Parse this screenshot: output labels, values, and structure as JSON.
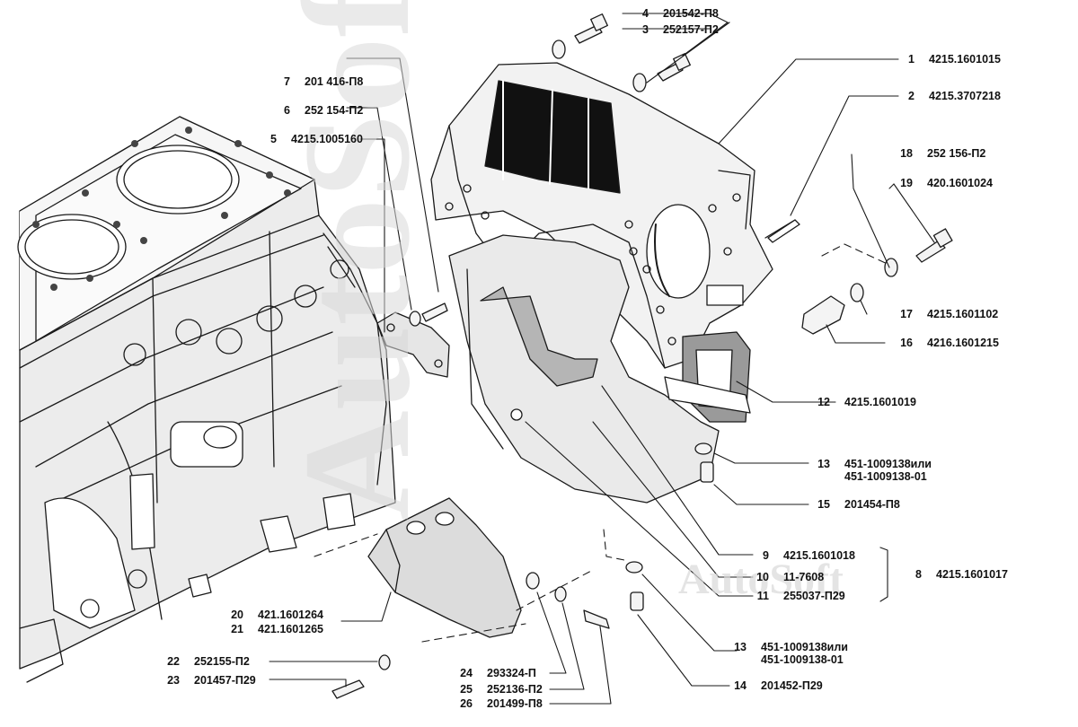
{
  "watermark": {
    "main": "AutoSoft",
    "corner": "AutoSoft"
  },
  "colors": {
    "line": "#1a1a1a",
    "fill_dark": "#111111",
    "part_fill": "#ececec",
    "part_mid": "#c8c8c8",
    "watermark": "#d9d9d9"
  },
  "callouts": {
    "c1": {
      "num": "1",
      "part": "4215.1601015"
    },
    "c2": {
      "num": "2",
      "part": "4215.3707218"
    },
    "c3": {
      "num": "3",
      "part": "252157-П2"
    },
    "c4": {
      "num": "4",
      "part": "201542-П8"
    },
    "c5": {
      "num": "5",
      "part": "4215.1005160"
    },
    "c6": {
      "num": "6",
      "part": "252 154-П2"
    },
    "c7": {
      "num": "7",
      "part": "201 416-П8"
    },
    "c8": {
      "num": "8",
      "part": "4215.1601017"
    },
    "c9": {
      "num": "9",
      "part": "4215.1601018"
    },
    "c10": {
      "num": "10",
      "part": "11-7608"
    },
    "c11": {
      "num": "11",
      "part": "255037-П29"
    },
    "c12": {
      "num": "12",
      "part": "4215.1601019"
    },
    "c13a": {
      "num": "13",
      "part": "451-1009138или",
      "part2": "451-1009138-01"
    },
    "c13b": {
      "num": "13",
      "part": "451-1009138или",
      "part2": "451-1009138-01"
    },
    "c14": {
      "num": "14",
      "part": "201452-П29"
    },
    "c15": {
      "num": "15",
      "part": "201454-П8"
    },
    "c16": {
      "num": "16",
      "part": "4216.1601215"
    },
    "c17": {
      "num": "17",
      "part": "4215.1601102"
    },
    "c18": {
      "num": "18",
      "part": "252 156-П2"
    },
    "c19": {
      "num": "19",
      "part": "420.1601024"
    },
    "c20": {
      "num": "20",
      "part": "421.1601264"
    },
    "c21": {
      "num": "21",
      "part": "421.1601265"
    },
    "c22": {
      "num": "22",
      "part": "252155-П2"
    },
    "c23": {
      "num": "23",
      "part": "201457-П29"
    },
    "c24": {
      "num": "24",
      "part": "293324-П"
    },
    "c25": {
      "num": "25",
      "part": "252136-П2"
    },
    "c26": {
      "num": "26",
      "part": "201499-П8"
    }
  }
}
